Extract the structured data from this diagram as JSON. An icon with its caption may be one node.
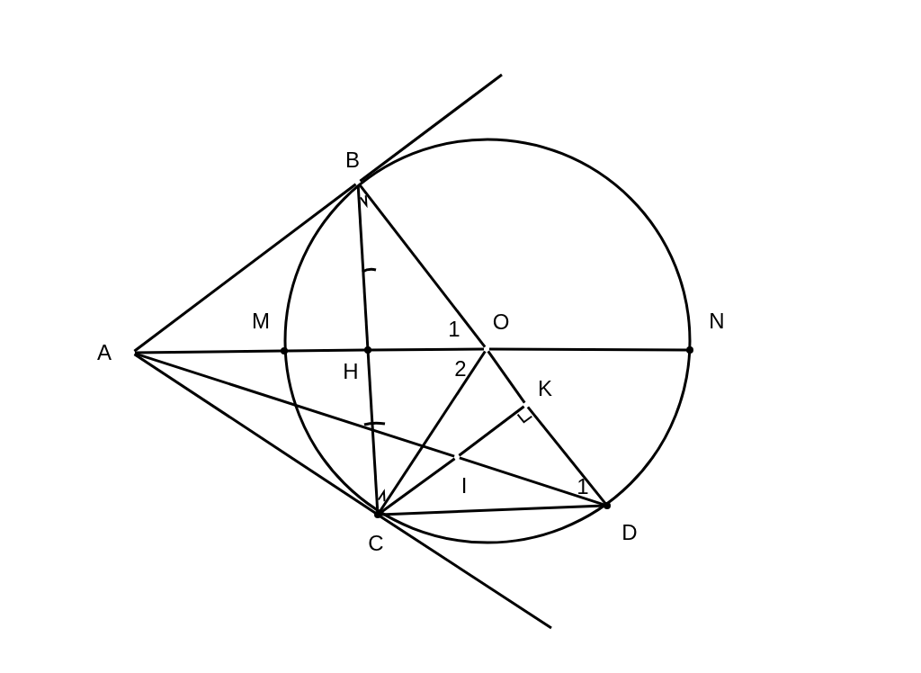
{
  "diagram": {
    "nodes": [
      {
        "text": [
          "A"
        ]
      },
      {
        "text": [
          "B"
        ]
      },
      {
        "text": [
          "M"
        ]
      },
      {
        "text": [
          "H"
        ]
      },
      {
        "text": [
          "O"
        ]
      },
      {
        "text": [
          "N"
        ]
      },
      {
        "text": [
          "K"
        ]
      },
      {
        "text": [
          "I"
        ]
      },
      {
        "text": [
          "C"
        ]
      },
      {
        "text": [
          "D"
        ]
      }
    ],
    "edges": [
      {
        "from": 0,
        "to": 1,
        "arrow": "none"
      },
      {
        "from": 1,
        "to": null,
        "arrow": "none"
      },
      {
        "from": 0,
        "to": 8,
        "arrow": "none"
      },
      {
        "from": 8,
        "to": null,
        "arrow": "none"
      },
      {
        "from": 0,
        "to": 2,
        "arrow": "none"
      },
      {
        "from": 2,
        "to": 3,
        "arrow": "none"
      },
      {
        "from": 3,
        "to": 4,
        "arrow": "none"
      },
      {
        "from": 4,
        "to": 5,
        "arrow": "none"
      },
      {
        "from": 1,
        "to": 3,
        "arrow": "none"
      },
      {
        "from": 3,
        "to": 8,
        "arrow": "none"
      },
      {
        "from": 1,
        "to": 4,
        "arrow": "none"
      },
      {
        "from": 4,
        "to": 6,
        "arrow": "none"
      },
      {
        "from": 6,
        "to": 9,
        "arrow": "none"
      },
      {
        "from": 0,
        "to": 7,
        "arrow": "none"
      },
      {
        "from": 7,
        "to": 9,
        "arrow": "none"
      },
      {
        "from": 8,
        "to": 4,
        "arrow": "none"
      },
      {
        "from": 8,
        "to": 7,
        "arrow": "none"
      },
      {
        "from": 7,
        "to": 6,
        "arrow": "none"
      },
      {
        "from": 8,
        "to": 9,
        "arrow": "none"
      }
    ],
    "labels": [
      "1",
      "2",
      "1"
    ]
  }
}
